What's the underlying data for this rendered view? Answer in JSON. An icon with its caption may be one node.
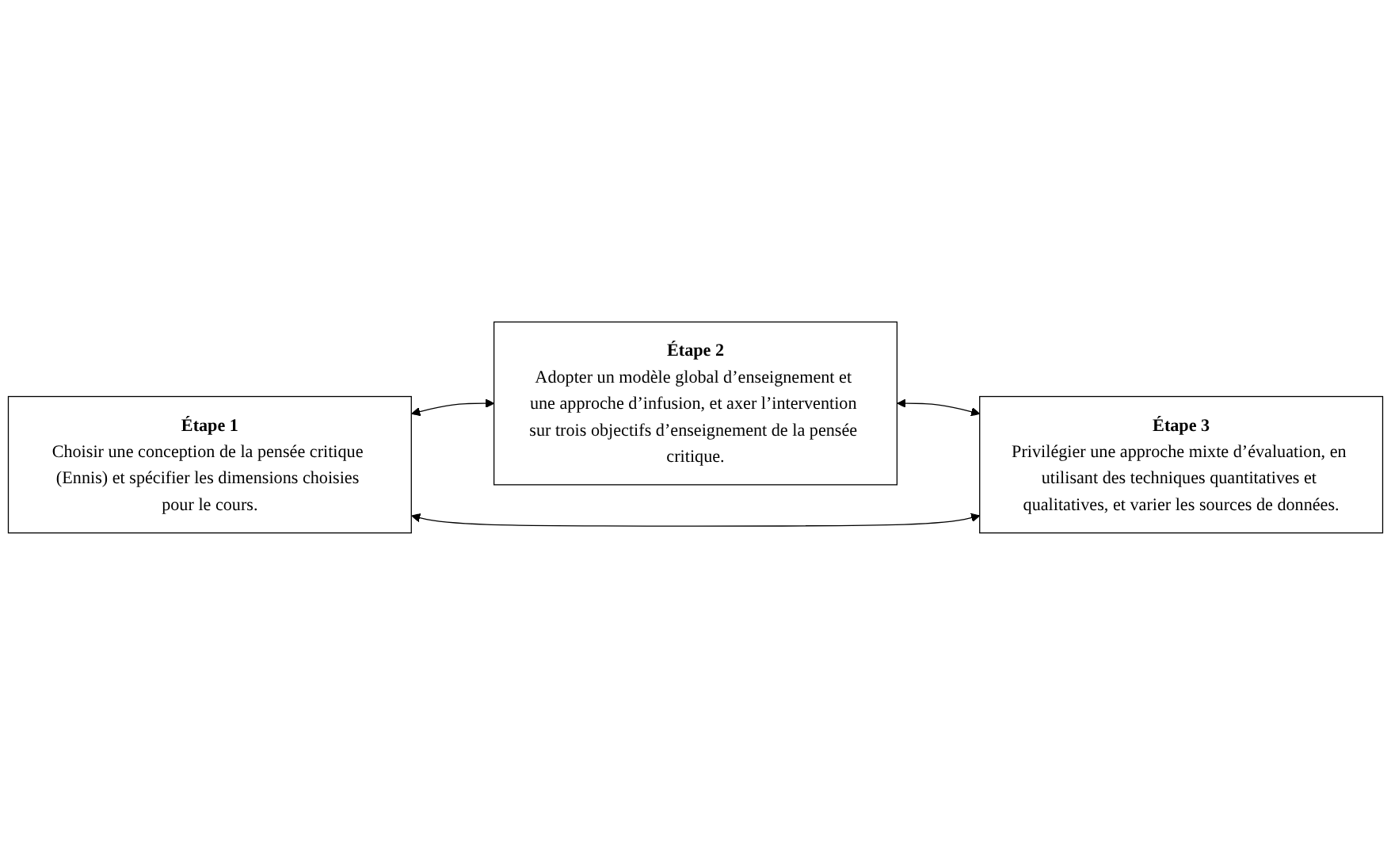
{
  "diagram": {
    "nodes": [
      {
        "text": [
          "Étape 1",
          "Choisir une conception de la pensée critique (Ennis) et spécifier les dimensions choisies pour le cours."
        ]
      },
      {
        "text": [
          "Étape 2",
          "Adopter un modèle global d’enseignement et une approche d’infusion, et axer l’intervention sur trois objectifs d’enseignement de la pensée critique."
        ]
      },
      {
        "text": [
          "Étape 3",
          "Privilégier une approche mixte d’évaluation, en utilisant des techniques quantitatives et qualitatives, et varier les sources de données."
        ]
      }
    ],
    "edges": [
      {
        "from": 0,
        "to": 1,
        "arrow": "both"
      },
      {
        "from": 1,
        "to": 2,
        "arrow": "both"
      },
      {
        "from": 0,
        "to": 2,
        "arrow": "both"
      }
    ]
  }
}
